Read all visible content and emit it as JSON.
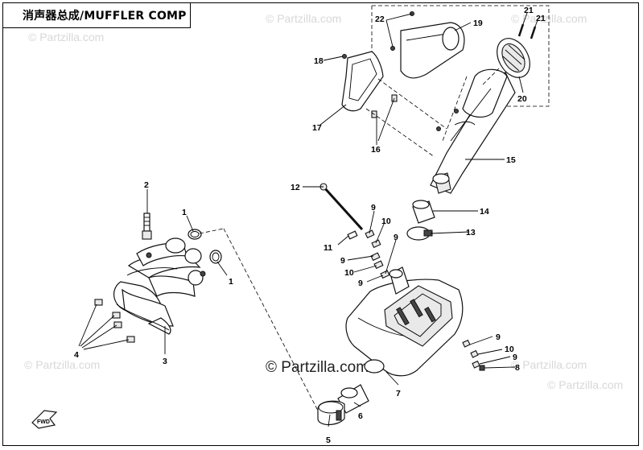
{
  "title": "消声器总成/MUFFLER COMP",
  "watermark": "© Partzilla.com",
  "labels": {
    "l1a": "1",
    "l1b": "1",
    "l2": "2",
    "l3": "3",
    "l4": "4",
    "l5": "5",
    "l6": "6",
    "l7": "7",
    "l8": "8",
    "l9a": "9",
    "l9b": "9",
    "l9c": "9",
    "l9d": "9",
    "l9e": "9",
    "l9f": "9",
    "l10a": "10",
    "l10b": "10",
    "l10c": "10",
    "l11": "11",
    "l12": "12",
    "l13": "13",
    "l14": "14",
    "l15": "15",
    "l16": "16",
    "l17": "17",
    "l18": "18",
    "l19": "19",
    "l20": "20",
    "l21a": "21",
    "l21b": "21",
    "l22": "22"
  },
  "icons": {
    "front_arrow": "fwd-arrow-icon",
    "front_arrow_text": "FWD"
  }
}
